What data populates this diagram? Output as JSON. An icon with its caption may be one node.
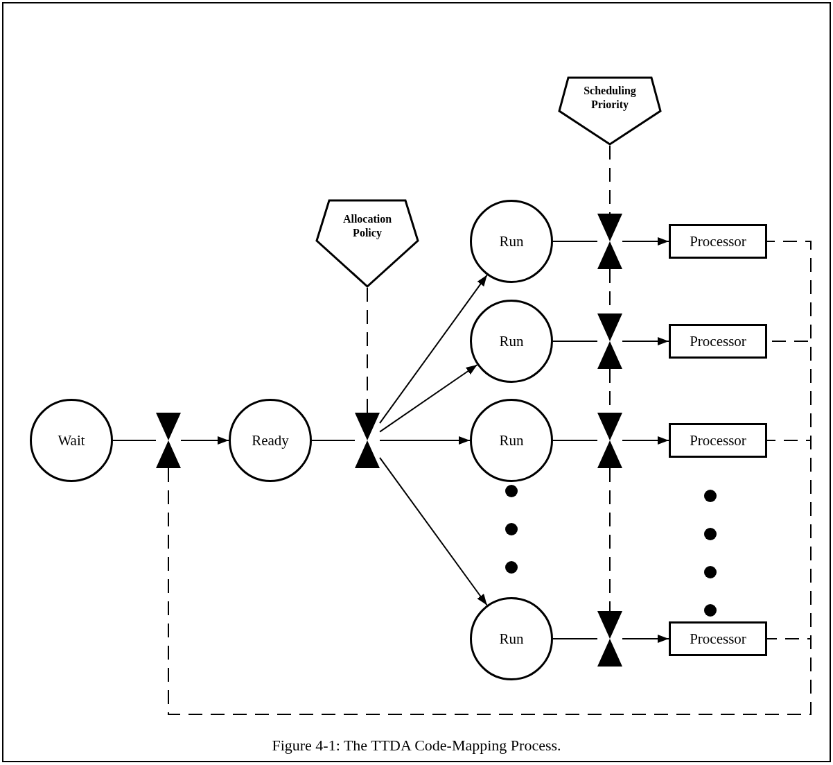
{
  "diagram": {
    "caption": "Figure 4-1: The TTDA Code-Mapping Process.",
    "nodes": [
      {
        "text": [
          "Wait"
        ]
      },
      {
        "text": [],
        "shape": "bowtie"
      },
      {
        "text": [
          "Ready"
        ]
      },
      {
        "text": [
          "Allocation Policy"
        ]
      },
      {
        "text": [],
        "shape": "bowtie"
      },
      {
        "text": [
          "Run"
        ]
      },
      {
        "text": [
          "Run"
        ]
      },
      {
        "text": [
          "Run"
        ]
      },
      {
        "text": [
          "Run"
        ]
      },
      {
        "text": [
          "Scheduling Priority"
        ]
      },
      {
        "text": [],
        "shape": "bowtie"
      },
      {
        "text": [],
        "shape": "bowtie"
      },
      {
        "text": [],
        "shape": "bowtie"
      },
      {
        "text": [],
        "shape": "bowtie"
      },
      {
        "text": [
          "Processor"
        ]
      },
      {
        "text": [
          "Processor"
        ]
      },
      {
        "text": [
          "Processor"
        ]
      },
      {
        "text": [
          "Processor"
        ]
      }
    ],
    "edges": [
      {
        "from": 0,
        "to": 1,
        "arrow": "none"
      },
      {
        "from": 1,
        "to": 2,
        "arrow": "to"
      },
      {
        "from": 2,
        "to": 4,
        "arrow": "none"
      },
      {
        "from": 3,
        "to": 4,
        "arrow": "none",
        "style": "dashed"
      },
      {
        "from": 4,
        "to": 5,
        "arrow": "to"
      },
      {
        "from": 4,
        "to": 6,
        "arrow": "to"
      },
      {
        "from": 4,
        "to": 7,
        "arrow": "to"
      },
      {
        "from": 4,
        "to": 8,
        "arrow": "to"
      },
      {
        "from": 9,
        "to": 10,
        "arrow": "none",
        "style": "dashed"
      },
      {
        "from": 10,
        "to": 11,
        "arrow": "none",
        "style": "dashed"
      },
      {
        "from": 11,
        "to": 12,
        "arrow": "none",
        "style": "dashed"
      },
      {
        "from": 12,
        "to": 13,
        "arrow": "none",
        "style": "dashed"
      },
      {
        "from": 5,
        "to": 10,
        "arrow": "none"
      },
      {
        "from": 6,
        "to": 11,
        "arrow": "none"
      },
      {
        "from": 7,
        "to": 12,
        "arrow": "none"
      },
      {
        "from": 8,
        "to": 13,
        "arrow": "none"
      },
      {
        "from": 10,
        "to": 14,
        "arrow": "to"
      },
      {
        "from": 11,
        "to": 15,
        "arrow": "to"
      },
      {
        "from": 12,
        "to": 16,
        "arrow": "to"
      },
      {
        "from": 13,
        "to": 17,
        "arrow": "to"
      },
      {
        "from": 14,
        "to": 1,
        "arrow": "none",
        "style": "dashed"
      },
      {
        "from": 15,
        "to": 1,
        "arrow": "none",
        "style": "dashed"
      },
      {
        "from": 16,
        "to": 1,
        "arrow": "none",
        "style": "dashed"
      },
      {
        "from": 17,
        "to": 1,
        "arrow": "none",
        "style": "dashed"
      }
    ]
  }
}
